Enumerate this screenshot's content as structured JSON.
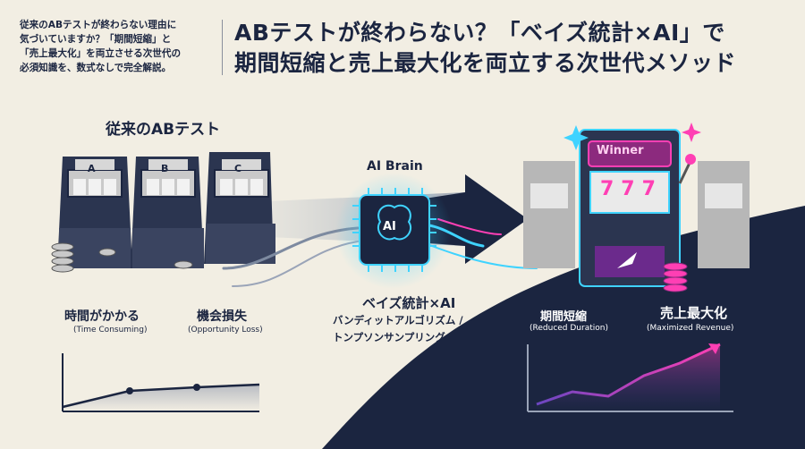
{
  "intro": {
    "lines": [
      "従来のABテストが終わらない理由に",
      "気づいていますか？「期間短縮」と",
      "「売上最大化」を両立させる次世代の",
      "必須知識を、数式なしで完全解説。"
    ]
  },
  "headline": {
    "line1": "ABテストが終わらない？「ベイズ統計×AI」で",
    "line2": "期間短縮と売上最大化を両立する次世代メソッド"
  },
  "left": {
    "title": "従来のABテスト",
    "machines": [
      "A",
      "B",
      "C"
    ],
    "problems": [
      {
        "label": "時間がかかる",
        "sub": "(Time Consuming)"
      },
      {
        "label": "機会損失",
        "sub": "(Opportunity Loss)"
      }
    ]
  },
  "center": {
    "chip_title": "AI Brain",
    "chip_text": "AI",
    "method": "ベイズ統計×AI",
    "method_sub1": "バンディットアルゴリズム /",
    "method_sub2": "トンプソンサンプリング"
  },
  "right": {
    "winner": "Winner",
    "reels": "777",
    "benefits": [
      {
        "label": "期間短縮",
        "sub": "(Reduced Duration)"
      },
      {
        "label": "売上最大化",
        "sub": "(Maximized Revenue)"
      }
    ]
  },
  "colors": {
    "navy": "#1b2540",
    "cream": "#f2eee3",
    "cyan": "#3fd3ff",
    "magenta": "#ff3fb4",
    "gray": "#c9c9c9"
  }
}
